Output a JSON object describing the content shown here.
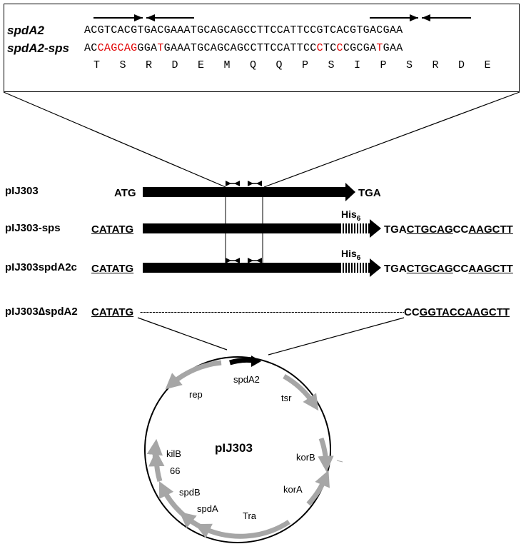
{
  "sequence_panel": {
    "row1_label": "spdA2",
    "row1_seq": [
      {
        "t": "ACGTCACGTGACGAAATGCAGCAGCCTTCCATTCCGTCACGTGACGAA",
        "red": false
      }
    ],
    "row2_label": "spdA2-sps",
    "row2_seq": [
      {
        "t": "AC",
        "red": false
      },
      {
        "t": "CAGCAG",
        "red": true
      },
      {
        "t": "G",
        "red": false
      },
      {
        "t": "GA",
        "red": false
      },
      {
        "t": "T",
        "red": true
      },
      {
        "t": "GAAATGCAGCAGCCTTCCATTCC",
        "red": false
      },
      {
        "t": "C",
        "red": true
      },
      {
        "t": "TC",
        "red": false
      },
      {
        "t": "C",
        "red": true
      },
      {
        "t": "CG",
        "red": false
      },
      {
        "t": "C",
        "red": false
      },
      {
        "t": "GA",
        "red": false
      },
      {
        "t": "T",
        "red": true
      },
      {
        "t": "GAA",
        "red": false
      }
    ],
    "amino_acids": [
      "T",
      "S",
      "R",
      "D",
      "E",
      "M",
      "Q",
      "Q",
      "P",
      "S",
      "I",
      "P",
      "S",
      "R",
      "D",
      "E"
    ]
  },
  "constructs": [
    {
      "name": "pIJ303",
      "left": "ATG",
      "right": "TGA"
    },
    {
      "name": "pIJ303-sps",
      "left": "CATATG",
      "tag": "His",
      "tag_sub": "6",
      "right_parts": [
        {
          "t": "TGA",
          "u": false
        },
        {
          "t": "CTGCAG",
          "u": true
        },
        {
          "t": "CC",
          "u": false
        },
        {
          "t": "AAGCTT",
          "u": true
        }
      ]
    },
    {
      "name": "pIJ303spdA2c",
      "left": "CATATG",
      "tag": "His",
      "tag_sub": "6",
      "right_parts": [
        {
          "t": "TGA",
          "u": false
        },
        {
          "t": "CTGCAG",
          "u": true
        },
        {
          "t": "CC",
          "u": false
        },
        {
          "t": "AAGCTT",
          "u": true
        }
      ]
    },
    {
      "name": "pIJ303∆spdA2",
      "left": "CATATG",
      "right_parts": [
        {
          "t": "CC",
          "u": false
        },
        {
          "t": "GGTACCAAGCTT",
          "u": true
        }
      ]
    }
  ],
  "plasmid": {
    "name": "pIJ303",
    "genes": {
      "spdA2": "spdA2",
      "tsr": "tsr",
      "korB": "korB",
      "korA": "korA",
      "Tra": "Tra",
      "spdA": "spdA",
      "spdB": "spdB",
      "num66": "66",
      "kilB": "kilB",
      "rep": "rep"
    }
  },
  "colors": {
    "red": "#e00000",
    "gene_gray": "#a6a6a6",
    "black": "#000000"
  }
}
